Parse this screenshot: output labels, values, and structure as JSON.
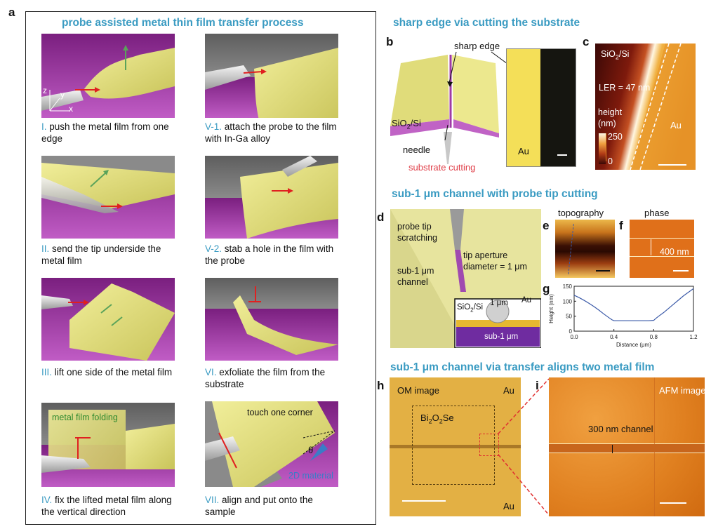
{
  "panel_a": {
    "letter": "a",
    "title": "probe assisted metal thin film transfer process",
    "steps": [
      {
        "num": "I.",
        "text": "push the metal film from one edge"
      },
      {
        "num": "V-1.",
        "text": "attach the probe to the film with In-Ga alloy"
      },
      {
        "num": "II.",
        "text": "send the tip underside the metal film"
      },
      {
        "num": "V-2.",
        "text": "stab a hole in the film with the probe"
      },
      {
        "num": "III.",
        "text": "lift one side of the metal film"
      },
      {
        "num": "VI.",
        "text": "exfoliate the film from the substrate"
      },
      {
        "num": "IV.",
        "text": "fix the lifted metal film along the vertical direction"
      },
      {
        "num": "VII.",
        "text": "align and put onto the sample"
      }
    ],
    "axes": {
      "z": "z",
      "y": "y",
      "x": "x"
    },
    "folding_label": "metal film folding",
    "corner_label": "touch one corner",
    "theta": "θ",
    "material_label": "2D material"
  },
  "section_top": {
    "title": "sharp edge via cutting the substrate"
  },
  "panel_b": {
    "letter": "b",
    "sharp_edge": "sharp edge",
    "sio2": "SiO",
    "sio2_sub": "2",
    "sio2_tail": "/Si",
    "needle": "needle",
    "cutting": "substrate cutting",
    "au": "Au"
  },
  "panel_c": {
    "letter": "c",
    "sio2": "SiO",
    "sio2_sub": "2",
    "sio2_tail": "/Si",
    "ler": "LER = 47 nm",
    "height": "height",
    "unit": "(nm)",
    "max": "250",
    "min": "0",
    "au": "Au"
  },
  "section_mid": {
    "title": "sub-1 μm channel with probe tip cutting"
  },
  "panel_d": {
    "letter": "d",
    "scratch1": "probe tip",
    "scratch2": "scratching",
    "aperture1": "tip aperture",
    "aperture2": "diameter = 1 μm",
    "channel1": "sub-1 μm",
    "channel2": "channel",
    "inset_sio2": "SiO",
    "inset_sub": "2",
    "inset_tail": "/Si",
    "inset_1um": "1 μm",
    "inset_au": "Au",
    "inset_sub1": "sub-1 μm"
  },
  "panel_e": {
    "letter": "e",
    "title": "topography"
  },
  "panel_f": {
    "letter": "f",
    "title": "phase",
    "measure": "400 nm"
  },
  "panel_g": {
    "letter": "g"
  },
  "section_bot": {
    "title": "sub-1 μm channel via transfer aligns two metal film"
  },
  "panel_h": {
    "letter": "h",
    "om": "OM image",
    "au_top": "Au",
    "au_bot": "Au",
    "bi": "Bi",
    "bi_sub1": "2",
    "bi_mid": "O",
    "bi_sub2": "2",
    "bi_tail": "Se"
  },
  "panel_i": {
    "letter": "i",
    "afm": "AFM image",
    "channel": "300 nm channel"
  },
  "chart_data": {
    "type": "line",
    "xlabel": "Distance (μm)",
    "ylabel": "Height (nm)",
    "xlim": [
      0.0,
      1.2
    ],
    "ylim": [
      0,
      150
    ],
    "xticks": [
      "0.0",
      "0.4",
      "0.8",
      "1.2"
    ],
    "yticks": [
      "0",
      "50",
      "100",
      "150"
    ],
    "x": [
      0.0,
      0.05,
      0.1,
      0.15,
      0.2,
      0.25,
      0.3,
      0.35,
      0.38,
      0.4,
      0.45,
      0.5,
      0.55,
      0.6,
      0.65,
      0.7,
      0.75,
      0.8,
      0.82,
      0.85,
      0.9,
      0.95,
      1.0,
      1.05,
      1.1,
      1.15,
      1.2
    ],
    "y": [
      120,
      112,
      103,
      93,
      82,
      70,
      57,
      45,
      38,
      35,
      35,
      35,
      35,
      35,
      35,
      35,
      35,
      36,
      42,
      50,
      62,
      76,
      90,
      104,
      118,
      130,
      142
    ],
    "color": "#3b5aa8"
  }
}
